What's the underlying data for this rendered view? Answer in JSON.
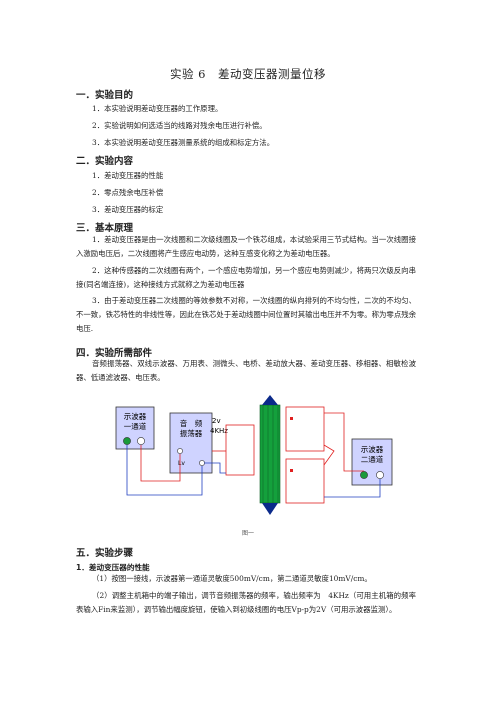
{
  "title": "实验 6　差动变压器测量位移",
  "sections": {
    "s1": {
      "heading": "一．实验目的",
      "items": [
        "1．本实验说明差动变压器的工作原理。",
        "2．实验说明如何选适当的线路对残余电压进行补偿。",
        "3．本实验说明差动变压器测量系统的组成和标定方法。"
      ]
    },
    "s2": {
      "heading": "二．实验内容",
      "items": [
        "1．差动变压器的性能",
        "2．零点残余电压补偿",
        "3．差动变压器的标定"
      ]
    },
    "s3": {
      "heading": "三．基本原理",
      "paras": [
        "1．差动变压器是由一次线圈和二次级线圈及一个铁芯组成，本试验采用三节式结构。当一次线圈接入激励电压后，二次线圈将产生感应电动势，这种互感变化称之为差动电压器。",
        "2．这种传感器的二次线圈有两个，一个感应电势增加，另一个感应电势则减少，将两只次级反向串接(同名端连接)，这种接线方式就称之为差动电压器",
        "3．由于差动变压器二次线圈的等效参数不对称，一次线圈的纵向排列的不均匀性，二次的不均匀、不一致，铁芯特性的非线性等，因此在铁芯处于差动线圈中间位置时其输出电压并不为零。称为零点残余电压."
      ]
    },
    "s4": {
      "heading": "四．实验所需部件",
      "para": "音频振荡器、双线示波器、万用表、测微头、电桥、差动放大器、差动变压器、移相器、相敏检波器、低通滤波器、电压表。"
    },
    "figure": {
      "scope1": [
        "示波器",
        "一通道"
      ],
      "scope2": [
        "示波器",
        "二通道"
      ],
      "osc": [
        "音　频",
        "振荡器"
      ],
      "freq": [
        "2v",
        "4KHz"
      ],
      "lv": "Lv",
      "caption": "图一",
      "colors": {
        "core": "#14a03c",
        "wire_red": "#e02020",
        "wire_blue": "#2040c0",
        "box": "#cfd3ff",
        "terminal": "#1a9a3a"
      }
    },
    "s5": {
      "heading": "五．实验步骤",
      "sub": "1．差动变压器的性能",
      "paras": [
        "（1）按图一接线，示波器第一通道灵敏度500mV/cm，第二通道灵敏度10mV/cm。",
        "（2）调整主机箱中的端子输出，调节音频振荡器的频率，输出频率为　4KHz（可用主机箱的频率表输入Fin来监测），调节输出幅度旋钮，使输入到初级线圈的电压Vp-p为2V（可用示波器监测）。"
      ]
    }
  }
}
